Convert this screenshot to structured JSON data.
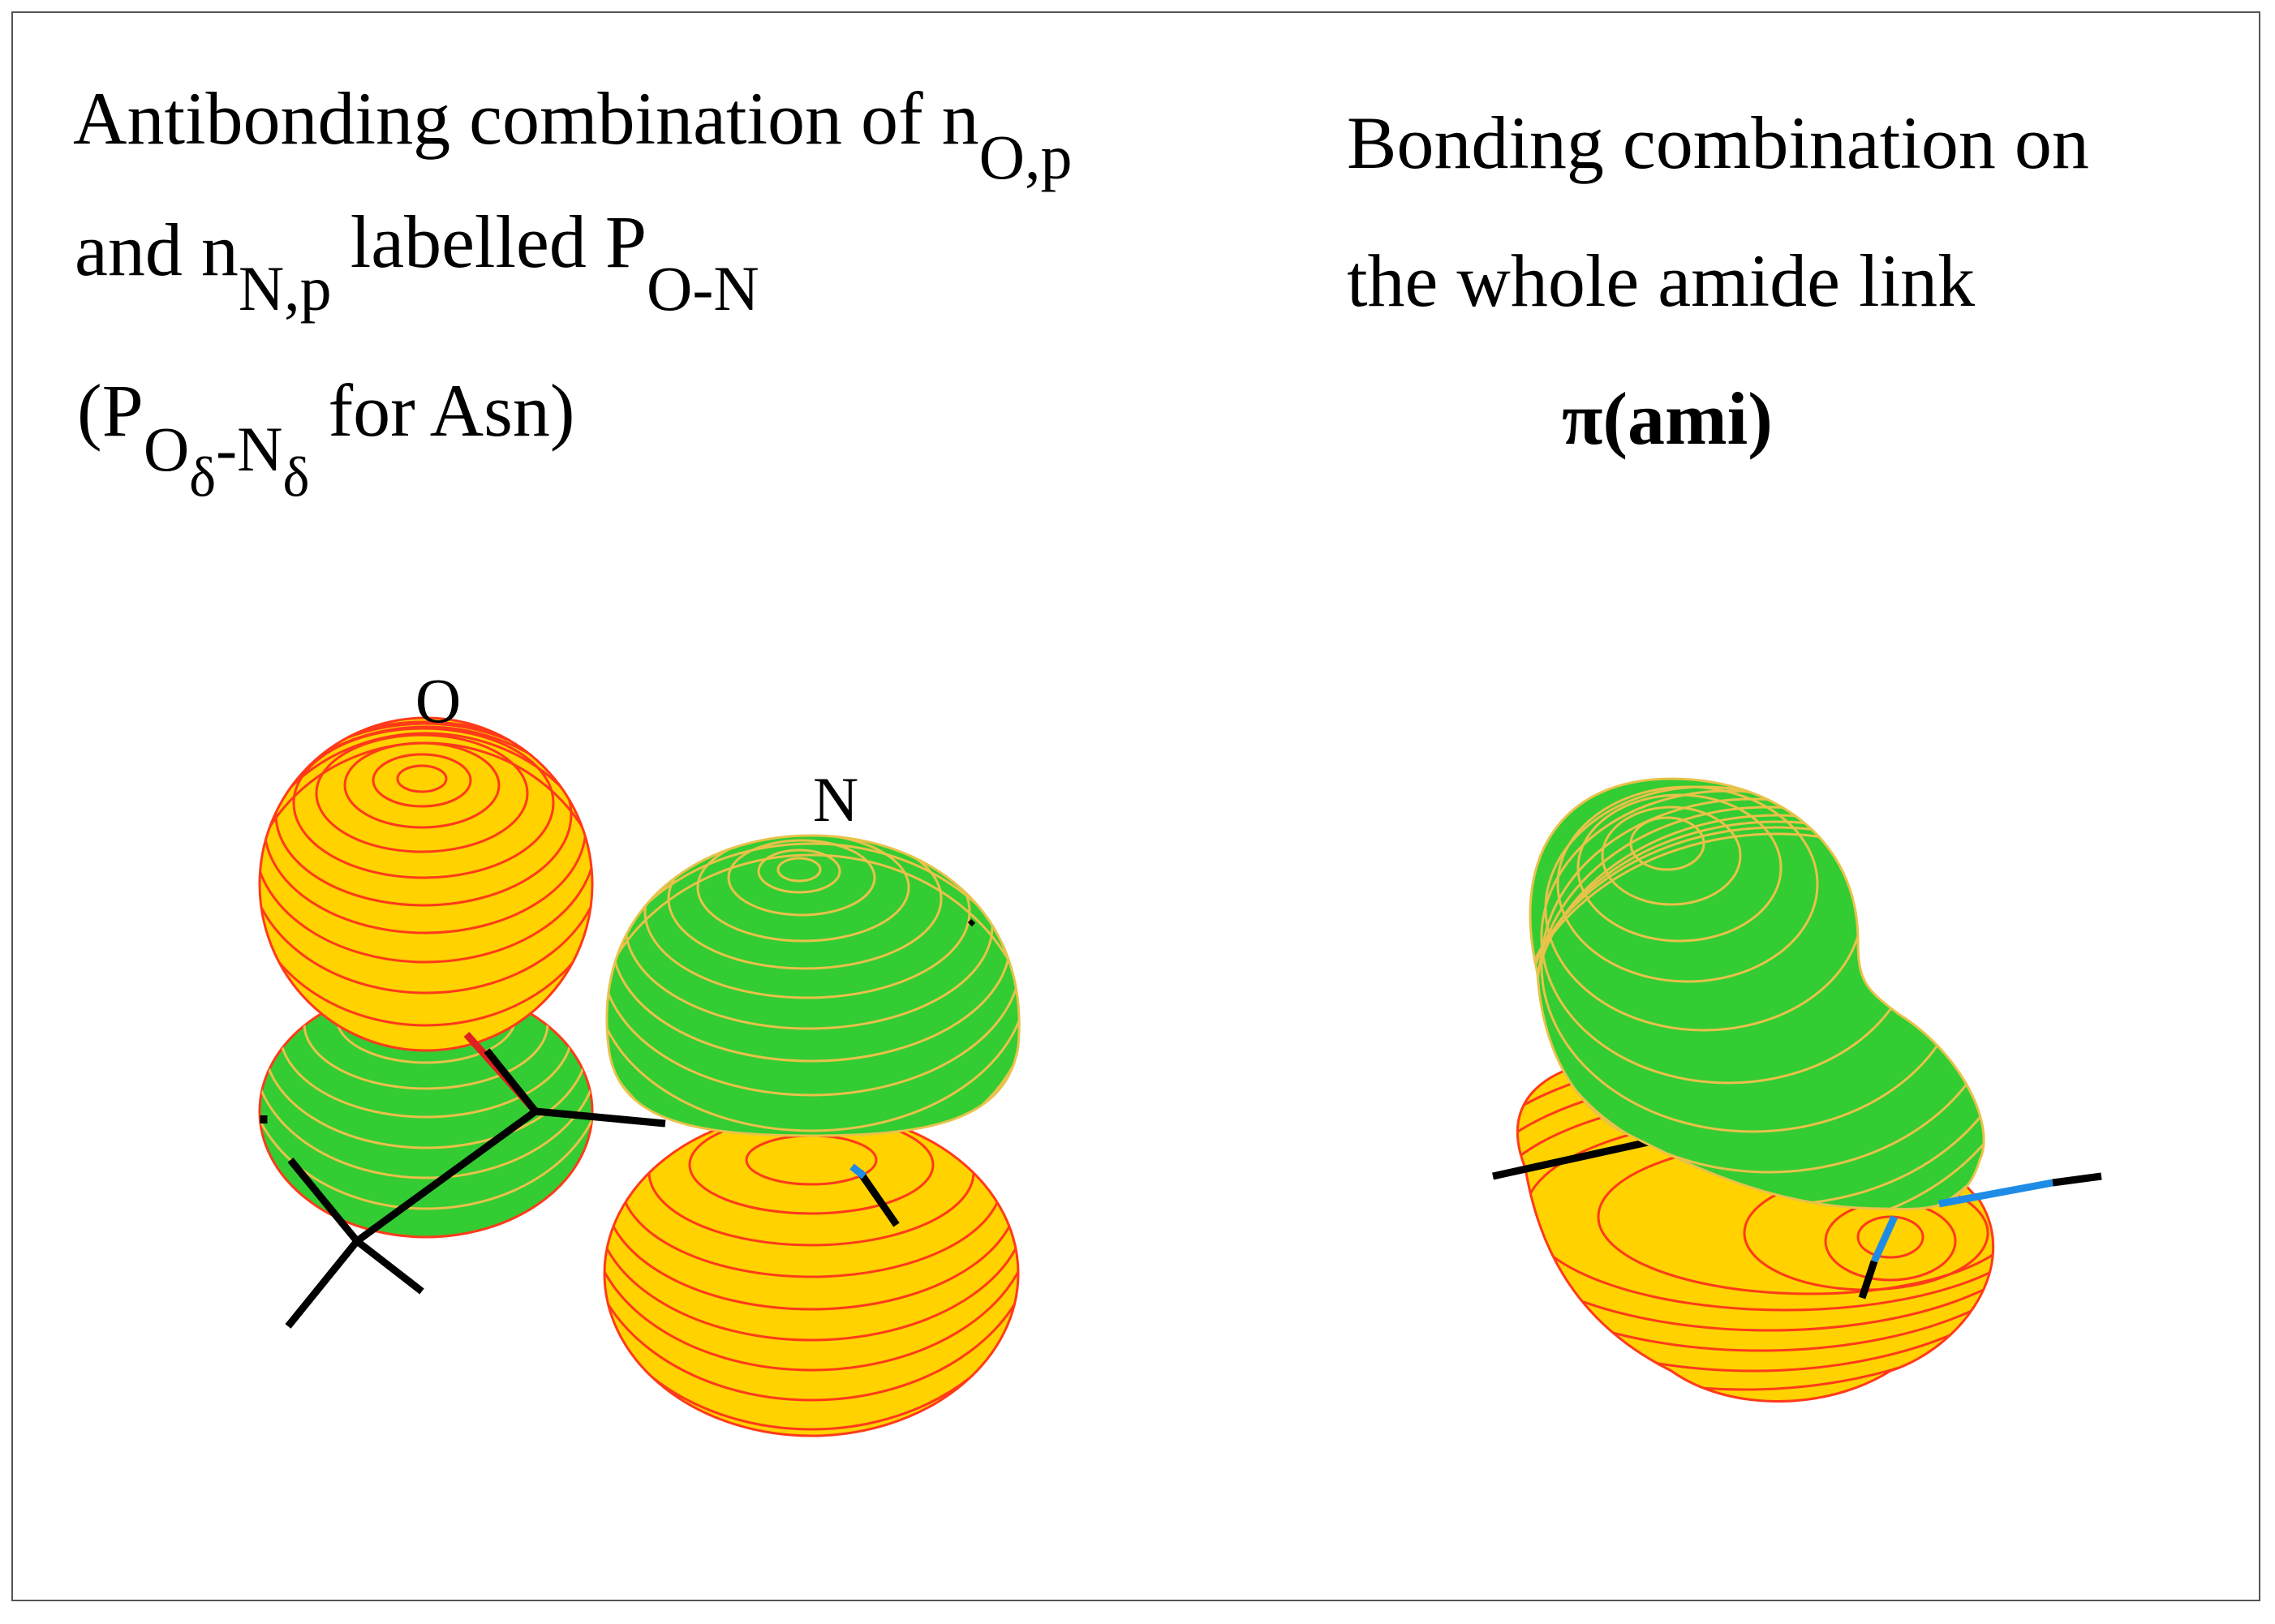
{
  "left_caption": {
    "line1_main": "Antibonding combination of n",
    "line1_sub": "O,p",
    "line2_and": "and n",
    "line2_sub": "N,p",
    "line2_mid": " labelled P",
    "line2_sub2": "O-N",
    "line3_open": "(P",
    "line3_sub_a": "O",
    "line3_subsub_a": "δ",
    "line3_dash": "-N",
    "line3_subsub_b": "δ",
    "line3_tail": " for Asn)"
  },
  "right_caption": {
    "line1": "Bonding combination on",
    "line2": "the whole amide link",
    "line3": "π(ami)"
  },
  "atom_labels": {
    "oxygen": "O",
    "nitrogen": "N"
  },
  "colors": {
    "positive_lobe": "#FFD200",
    "negative_lobe": "#33CC33",
    "contour_on_yellow": "#FF3A1A",
    "contour_on_green": "#E8C24A",
    "bond_black": "#000000",
    "bond_blue": "#1E8CE6",
    "bond_red": "#E02020"
  }
}
